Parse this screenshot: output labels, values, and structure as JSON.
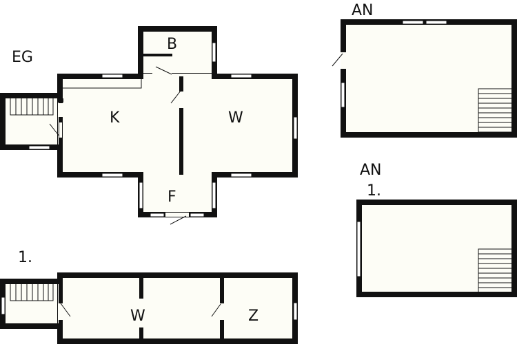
{
  "floors": {
    "ground": {
      "title": "EG",
      "rooms": {
        "b": "B",
        "k": "K",
        "w": "W",
        "f": "F"
      }
    },
    "first": {
      "title": "1.",
      "rooms": {
        "w": "W",
        "z": "Z"
      }
    },
    "outbuilding_ground": {
      "title": "AN"
    },
    "outbuilding_first": {
      "title_line1": "AN",
      "title_line2": "1."
    }
  },
  "colors": {
    "wall": "#111111",
    "floor": "#fdfdf6"
  }
}
